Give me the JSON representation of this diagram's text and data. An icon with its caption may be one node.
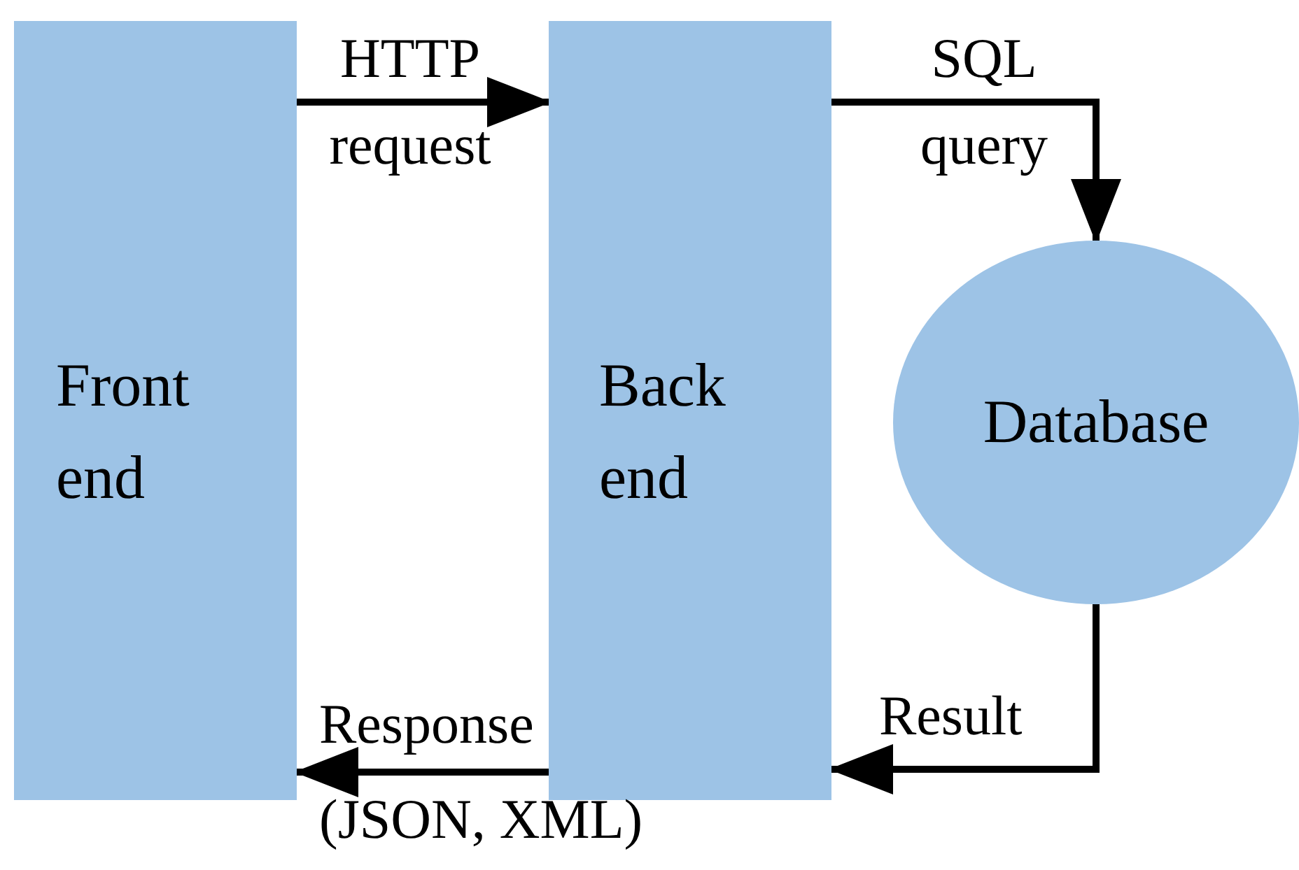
{
  "diagram": {
    "nodes": [
      {
        "text": [
          "Front end"
        ]
      },
      {
        "text": [
          "Back end"
        ]
      },
      {
        "text": [
          "Database"
        ]
      }
    ],
    "edges": [
      {
        "from": 0,
        "to": 1,
        "arrow": "to",
        "label": "HTTP request"
      },
      {
        "from": 1,
        "to": 2,
        "arrow": "to",
        "label": "SQL query"
      },
      {
        "from": 2,
        "to": 1,
        "arrow": "to",
        "label": "Result"
      },
      {
        "from": 1,
        "to": 0,
        "arrow": "to",
        "label": "Response (JSON, XML)"
      }
    ]
  }
}
